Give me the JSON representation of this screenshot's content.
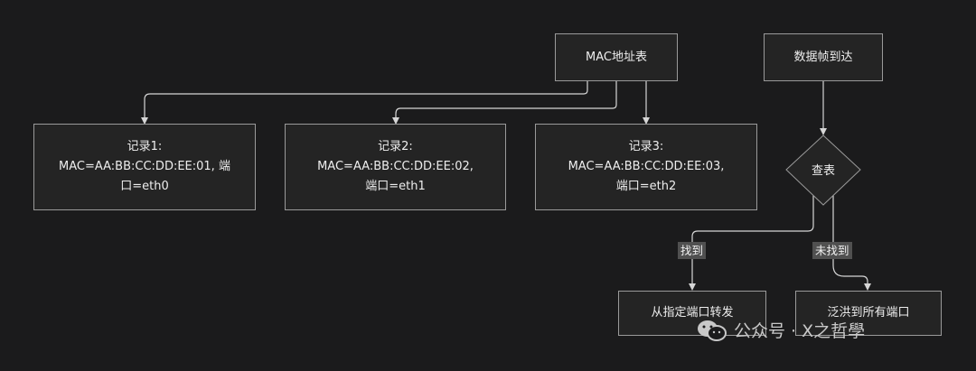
{
  "nodes": {
    "mac_table": "MAC地址表",
    "frame_arrives": "数据帧到达",
    "record1": "记录1:\nMAC=AA:BB:CC:DD:EE:01, 端\n口=eth0",
    "record2": "记录2:\nMAC=AA:BB:CC:DD:EE:02,\n端口=eth1",
    "record3": "记录3:\nMAC=AA:BB:CC:DD:EE:03,\n端口=eth2",
    "lookup": "查表",
    "forward": "从指定端口转发",
    "flood": "泛洪到所有端口"
  },
  "edges": {
    "found": "找到",
    "not_found": "未找到"
  },
  "watermark": {
    "icon": "wechat-icon",
    "text": "公众号 · X之哲學"
  }
}
